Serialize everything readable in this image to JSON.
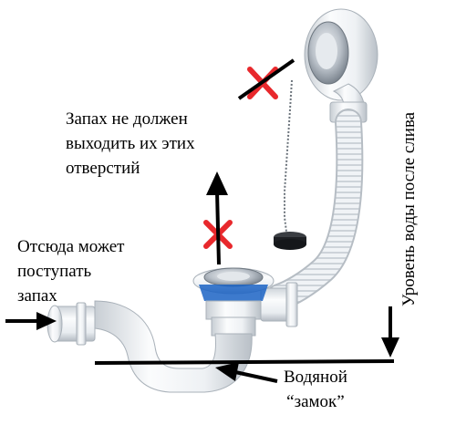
{
  "labels": {
    "smell_warning": "Запах не должен\nвыходить их этих\nотверстий",
    "smell_source": "Отсюда может\nпоступать\nзапах",
    "water_seal": "Водяной\n“замок”",
    "water_level": "Уровень воды после слива"
  },
  "colors": {
    "pipe": "#f2f4f6",
    "pipe_shadow": "#c6ccd2",
    "cross": "#e8282c",
    "arrow": "#000000"
  },
  "icons": [
    "cross-mark-icon",
    "arrow-up-icon",
    "arrow-right-icon",
    "arrow-down-icon"
  ]
}
